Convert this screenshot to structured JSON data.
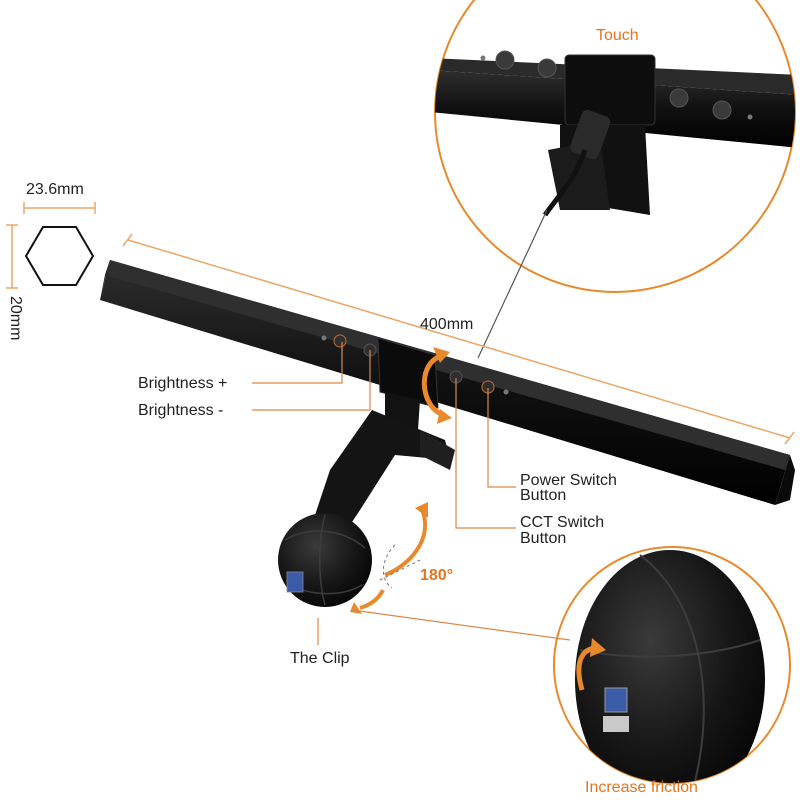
{
  "colors": {
    "accent": "#e8892c",
    "product": "#141414",
    "guide_line": "#e9a76a",
    "callout_line": "#d9894a"
  },
  "labels": {
    "touch": "Touch",
    "width_dim": "23.6mm",
    "height_dim": "20mm",
    "length_dim": "400mm",
    "brightness_plus": "Brightness +",
    "brightness_minus": "Brightness -",
    "power_switch_line1": "Power Switch",
    "power_switch_line2": "Button",
    "cct_switch_line1": "CCT Switch",
    "cct_switch_line2": "Button",
    "rotation": "180°",
    "clip": "The Clip",
    "increase_friction": "Increase friction"
  },
  "icons": {
    "touch_pad": "fingerprint-icon",
    "rotate": "rotate-arrow-icon",
    "cross_section": "hexagon-icon"
  }
}
